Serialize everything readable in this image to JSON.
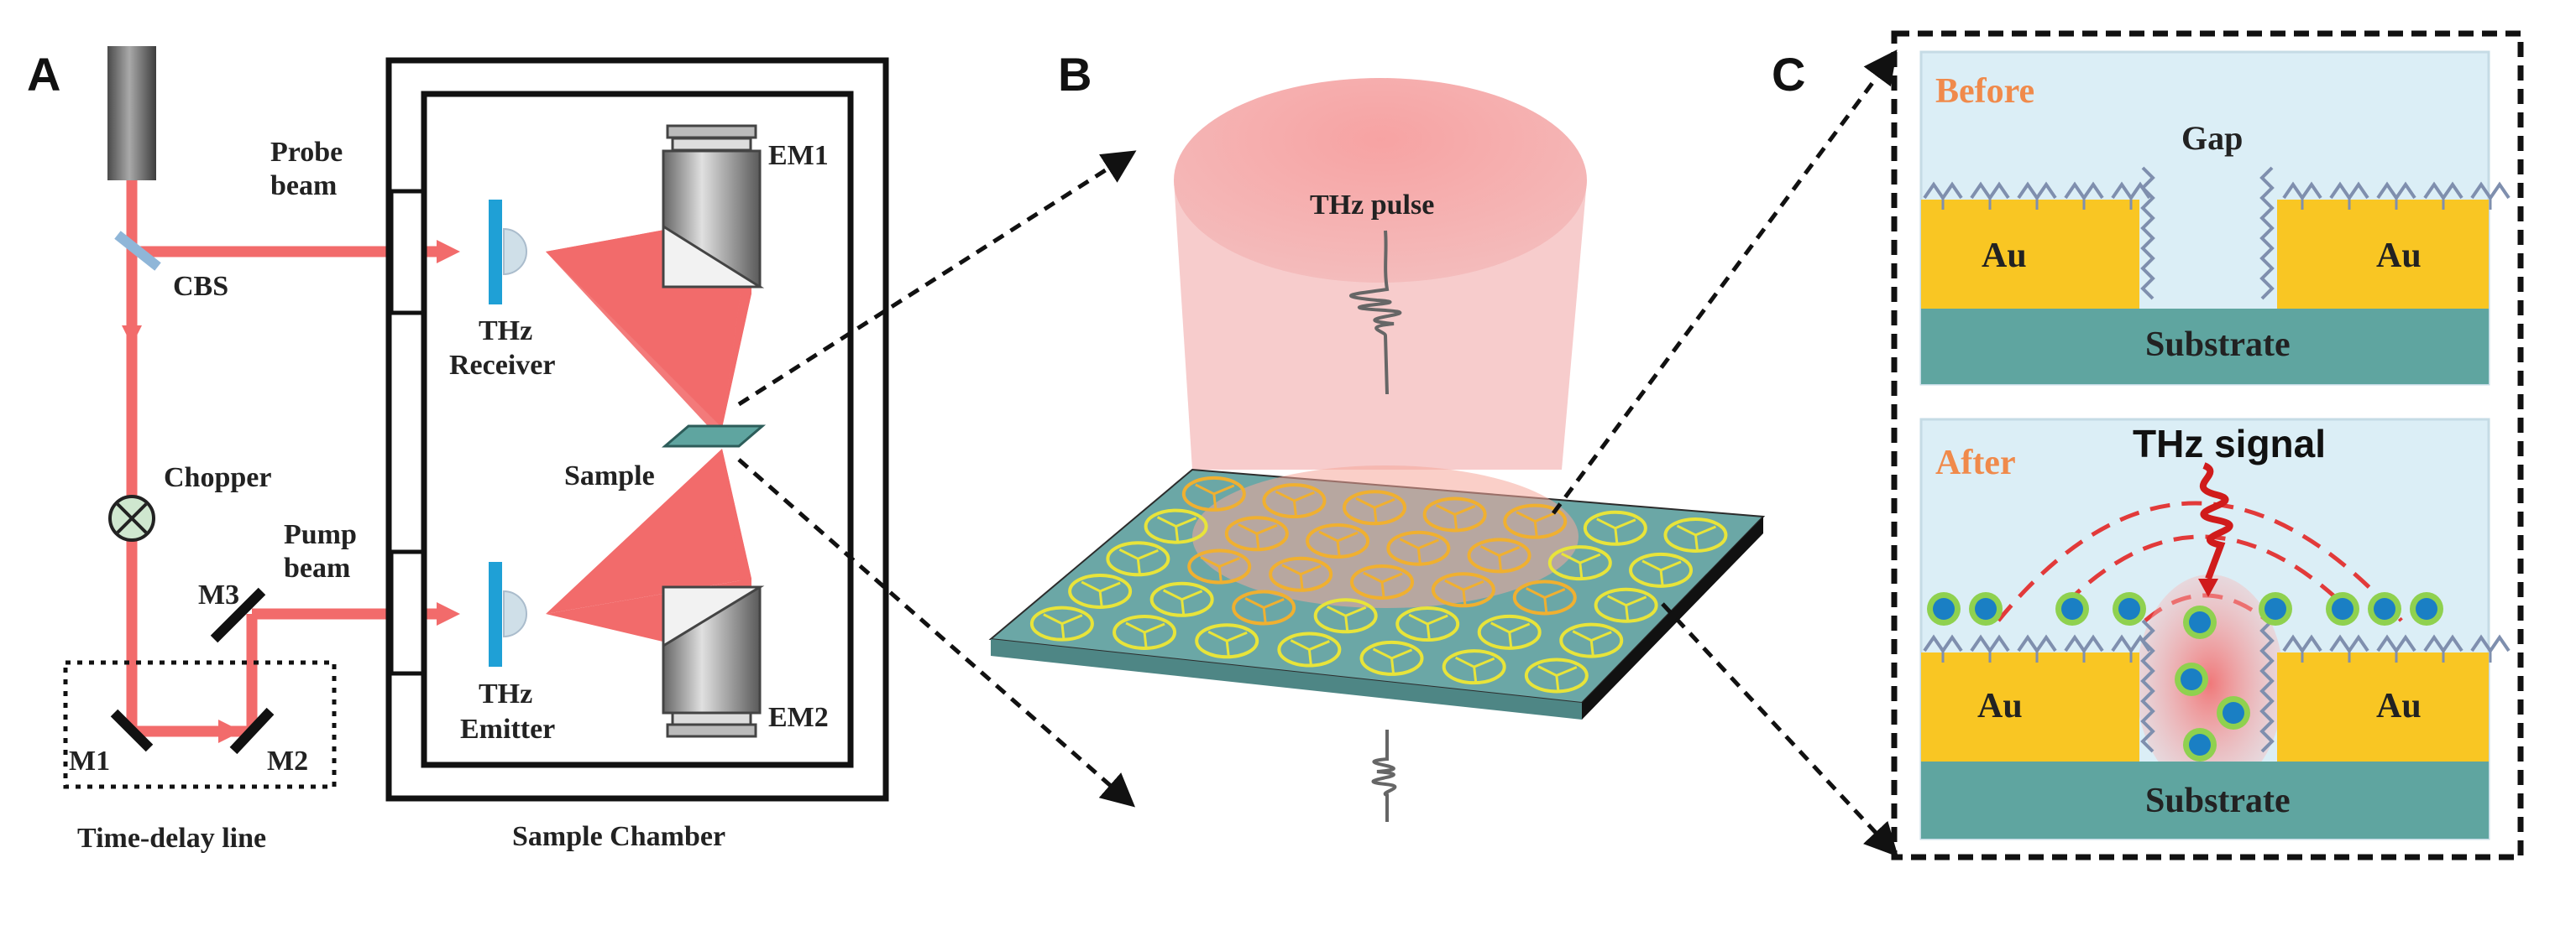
{
  "panels": {
    "a": "A",
    "b": "B",
    "c": "C"
  },
  "panel_a": {
    "probe_beam": [
      "Probe",
      "beam"
    ],
    "cbs": "CBS",
    "chopper": "Chopper",
    "pump_beam": [
      "Pump",
      "beam"
    ],
    "m1": "M1",
    "m2": "M2",
    "m3": "M3",
    "time_delay_line": "Time-delay line",
    "thz_receiver": [
      "THz",
      "Receiver"
    ],
    "thz_emitter": [
      "THz",
      "Emitter"
    ],
    "sample": "Sample",
    "em1": "EM1",
    "em2": "EM2",
    "sample_chamber": "Sample Chamber"
  },
  "panel_b": {
    "thz_pulse": "THz pulse"
  },
  "panel_c": {
    "before": "Before",
    "gap": "Gap",
    "au": "Au",
    "substrate": "Substrate",
    "after": "After",
    "thz_signal": "THz signal"
  },
  "colors": {
    "beam": "#f26b6b",
    "gold": "#f9c623",
    "substrate": "#5fa5a0",
    "background_light_blue": "#dbeef6",
    "annotation_orange": "#f08a4b",
    "mirror_blue": "#1fa0d6",
    "ring_yellow": "#e8e43a",
    "plate_teal": "#6ba7a6"
  }
}
